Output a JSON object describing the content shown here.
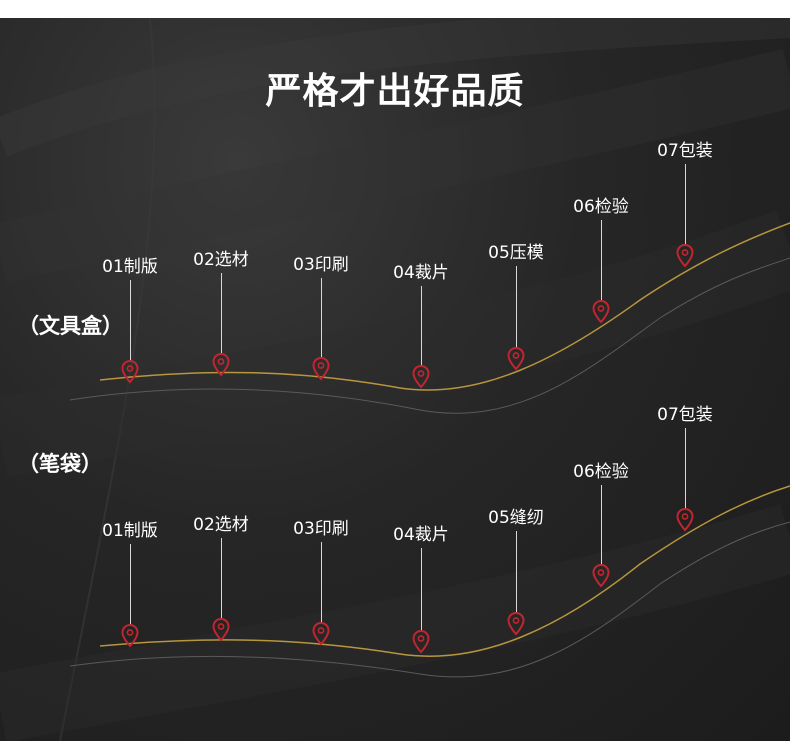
{
  "title": "严格才出好品质",
  "colors": {
    "gold": "#b8963e",
    "pin": "#c0262f",
    "background": "#262626"
  },
  "rows": [
    {
      "label": "（文具盒）",
      "steps": [
        "01制版",
        "02选材",
        "03印刷",
        "04裁片",
        "05压模",
        "06检验",
        "07包装"
      ]
    },
    {
      "label": "（笔袋）",
      "steps": [
        "01制版",
        "02选材",
        "03印刷",
        "04裁片",
        "05缝纫",
        "06检验",
        "07包装"
      ]
    }
  ]
}
